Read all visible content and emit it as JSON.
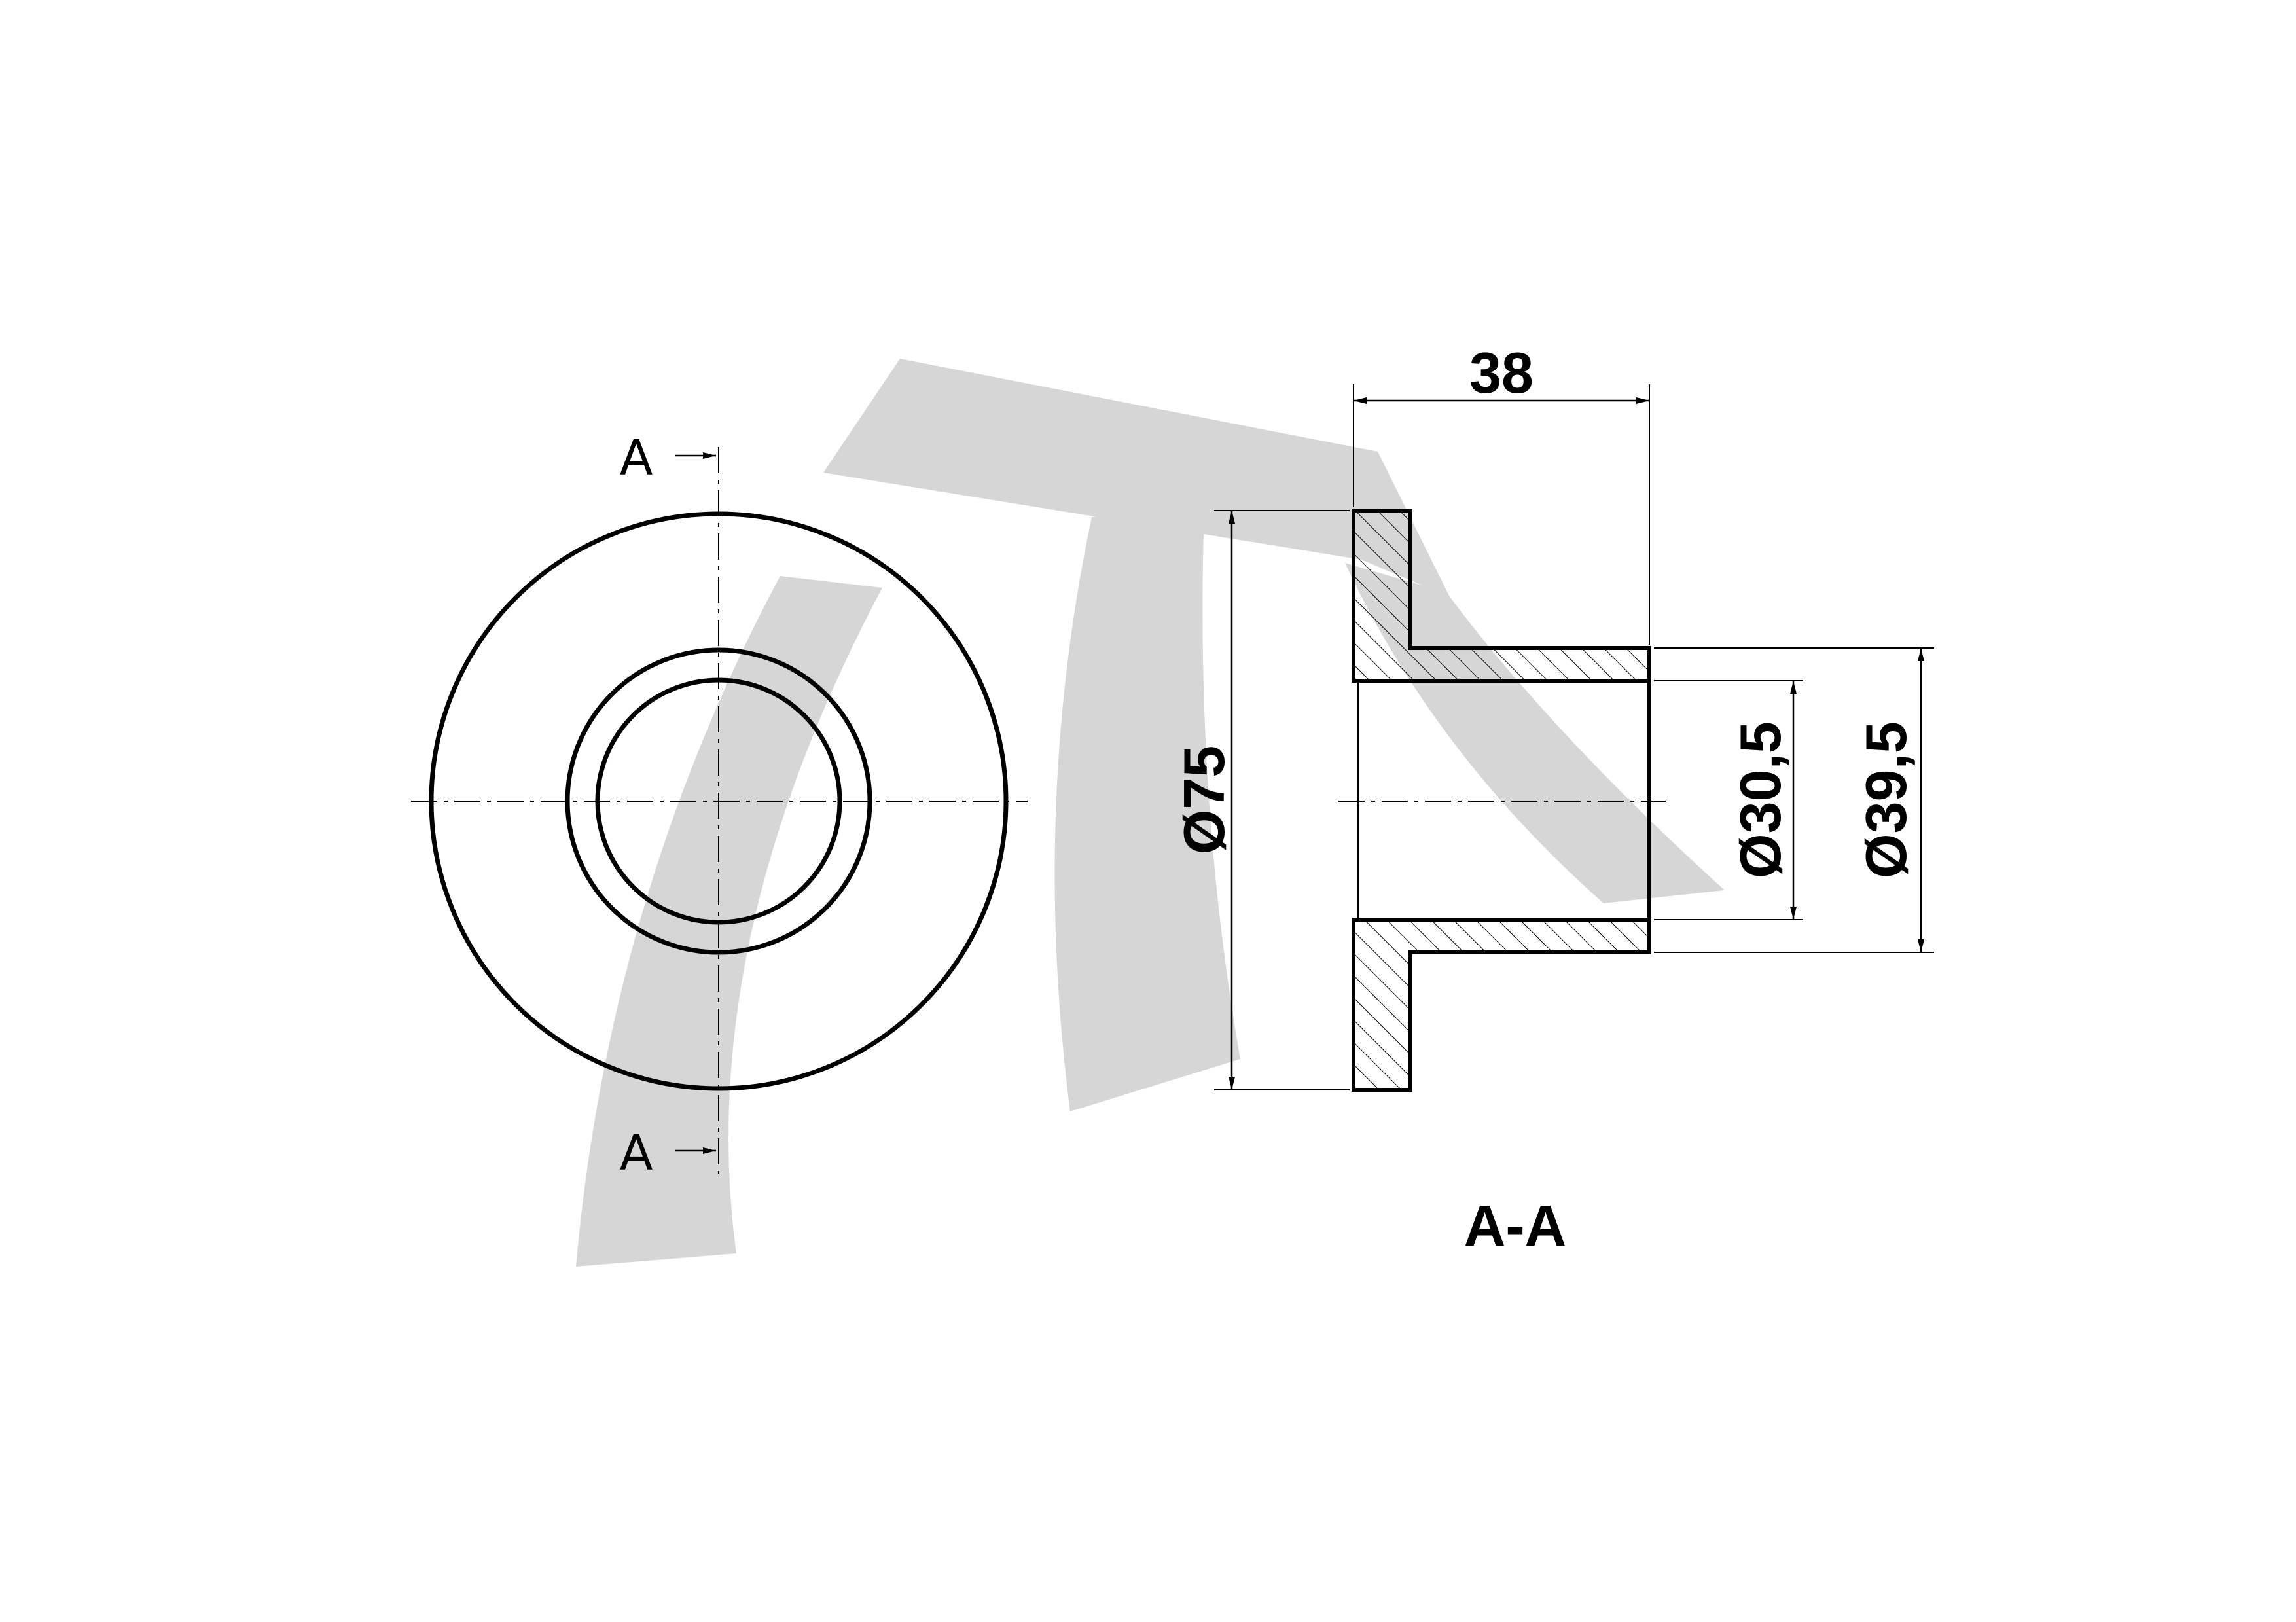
{
  "section_markers": {
    "top": "A",
    "bottom": "A"
  },
  "section_title": "A-A",
  "dimensions": {
    "flange_diameter": "Ø75",
    "length": "38",
    "inner_diameter": "Ø30,5",
    "outer_diameter": "Ø39,5"
  },
  "colors": {
    "line": "#000000",
    "watermark": "#d6d6d6",
    "background": "#ffffff"
  },
  "icons": {
    "watermark": "jt-logo-icon",
    "section_arrow": "arrow-right-icon"
  }
}
